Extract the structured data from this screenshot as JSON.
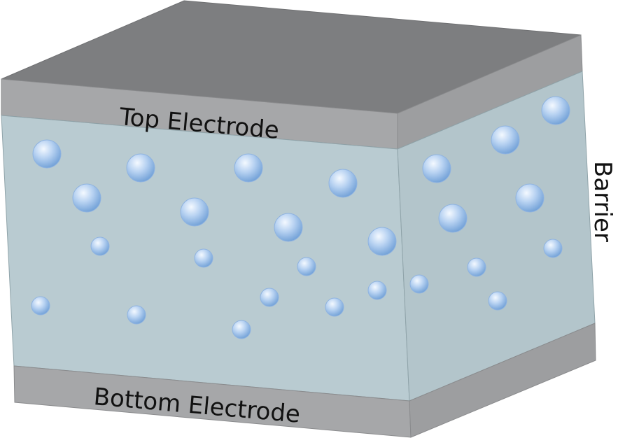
{
  "labels": {
    "top_electrode": "Top Electrode",
    "bottom_electrode": "Bottom Electrode",
    "barrier": "Barrier"
  },
  "colors": {
    "background": "#ffffff",
    "electrode_top_face": "#7d7e80",
    "electrode_front": "#a6a7a9",
    "electrode_side": "#9d9ea0",
    "barrier_front": "#b9cbd1",
    "barrier_side": "#b3c5cb",
    "edge": "#6e6f71",
    "bubble_light": "#f2f8ff",
    "bubble_mid": "#a9c8ef",
    "bubble_dark": "#6f9fd6"
  }
}
